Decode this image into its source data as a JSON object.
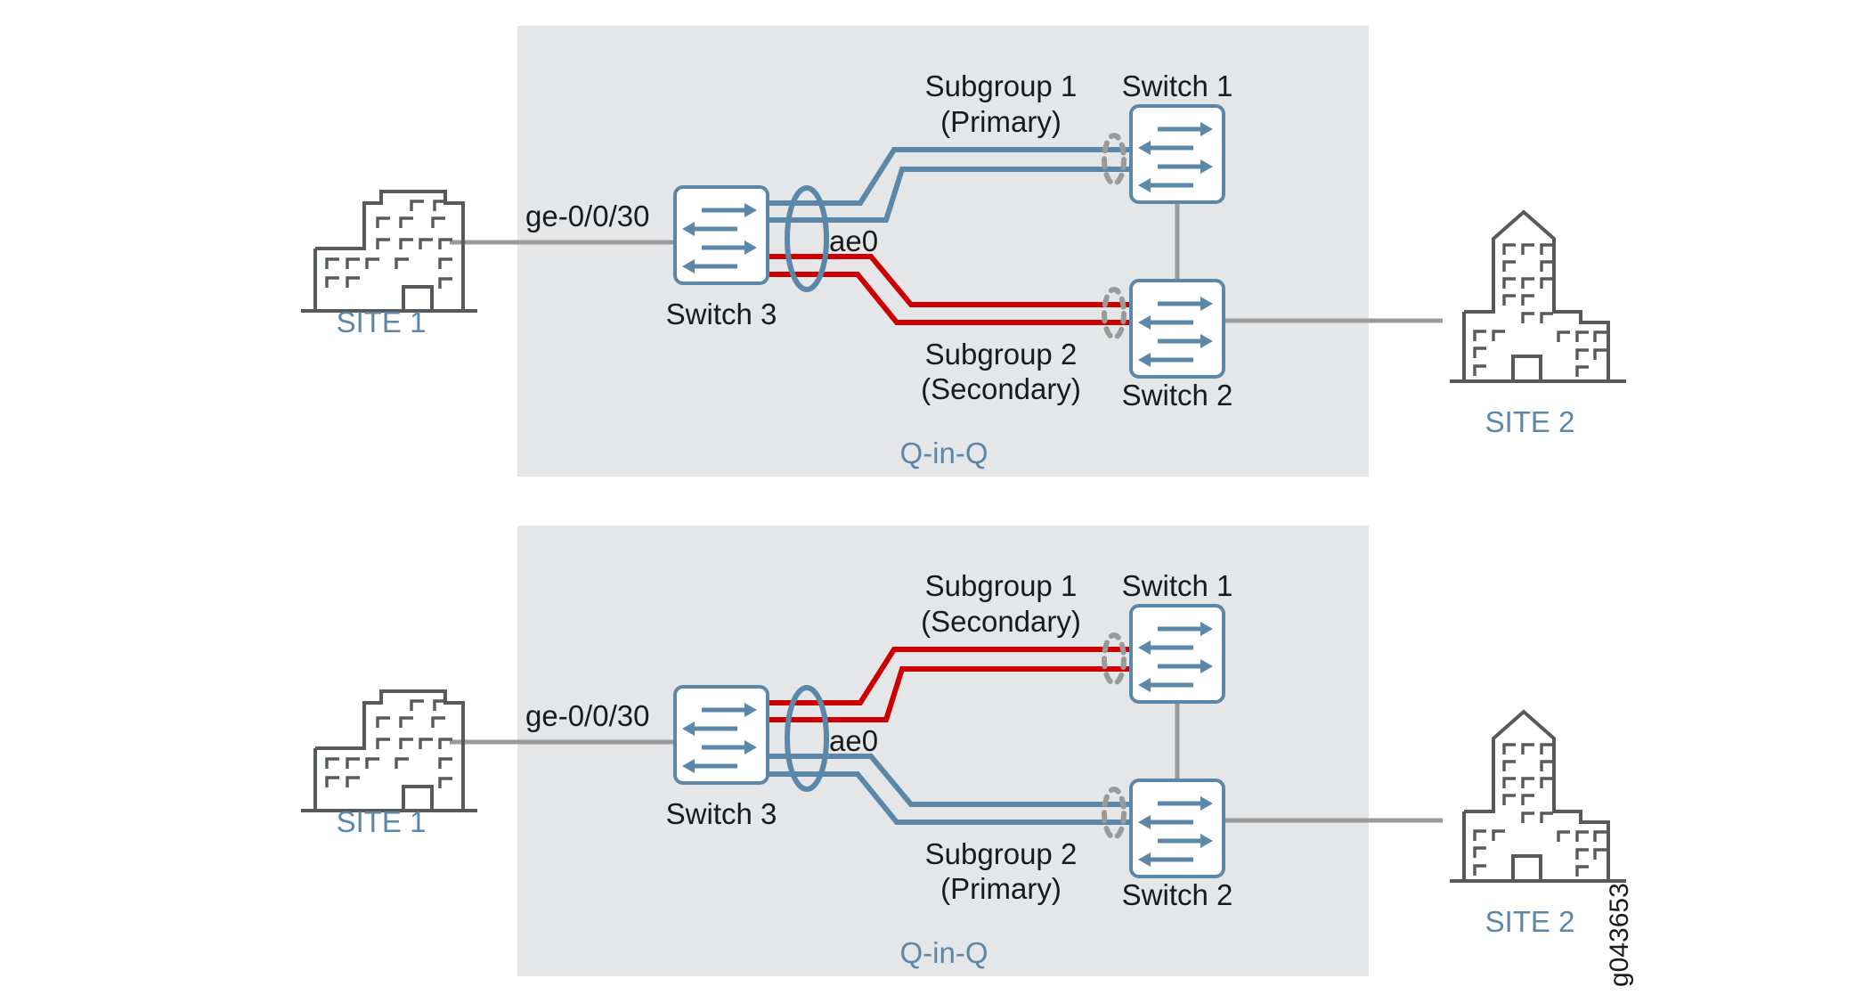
{
  "figure": {
    "id_code": "g043653",
    "background": "#ffffff",
    "panel_fill": "#e5e6e8",
    "colors": {
      "blue_link": "#5b87a8",
      "red_link": "#cc0000",
      "gray_link": "#9a9a9a",
      "building_outline": "#58595b",
      "site_label": "#5b87a8",
      "text": "#1a1a1a"
    }
  },
  "panels": [
    {
      "name": "top-panel",
      "qinq_label": "Q-in-Q",
      "site_left": {
        "label": "SITE 1",
        "icon": "office-building-icon"
      },
      "site_right": {
        "label": "SITE 2",
        "icon": "office-building-tower-icon"
      },
      "interface_label": "ge-0/0/30",
      "aggregate_label": "ae0",
      "switch_left": {
        "label": "Switch 3",
        "icon": "switch-icon"
      },
      "switch_top_right": {
        "label": "Switch 1",
        "icon": "switch-icon"
      },
      "switch_bottom_right": {
        "label": "Switch 2",
        "icon": "switch-icon"
      },
      "subgroups": [
        {
          "name": "Subgroup 1",
          "role": "(Primary)",
          "color": "#5b87a8"
        },
        {
          "name": "Subgroup 2",
          "role": "(Secondary)",
          "color": "#cc0000"
        }
      ]
    },
    {
      "name": "bottom-panel",
      "qinq_label": "Q-in-Q",
      "site_left": {
        "label": "SITE 1",
        "icon": "office-building-icon"
      },
      "site_right": {
        "label": "SITE 2",
        "icon": "office-building-tower-icon"
      },
      "interface_label": "ge-0/0/30",
      "aggregate_label": "ae0",
      "switch_left": {
        "label": "Switch 3",
        "icon": "switch-icon"
      },
      "switch_top_right": {
        "label": "Switch 1",
        "icon": "switch-icon"
      },
      "switch_bottom_right": {
        "label": "Switch 2",
        "icon": "switch-icon"
      },
      "subgroups": [
        {
          "name": "Subgroup 1",
          "role": "(Secondary)",
          "color": "#cc0000"
        },
        {
          "name": "Subgroup 2",
          "role": "(Primary)",
          "color": "#5b87a8"
        }
      ]
    }
  ]
}
